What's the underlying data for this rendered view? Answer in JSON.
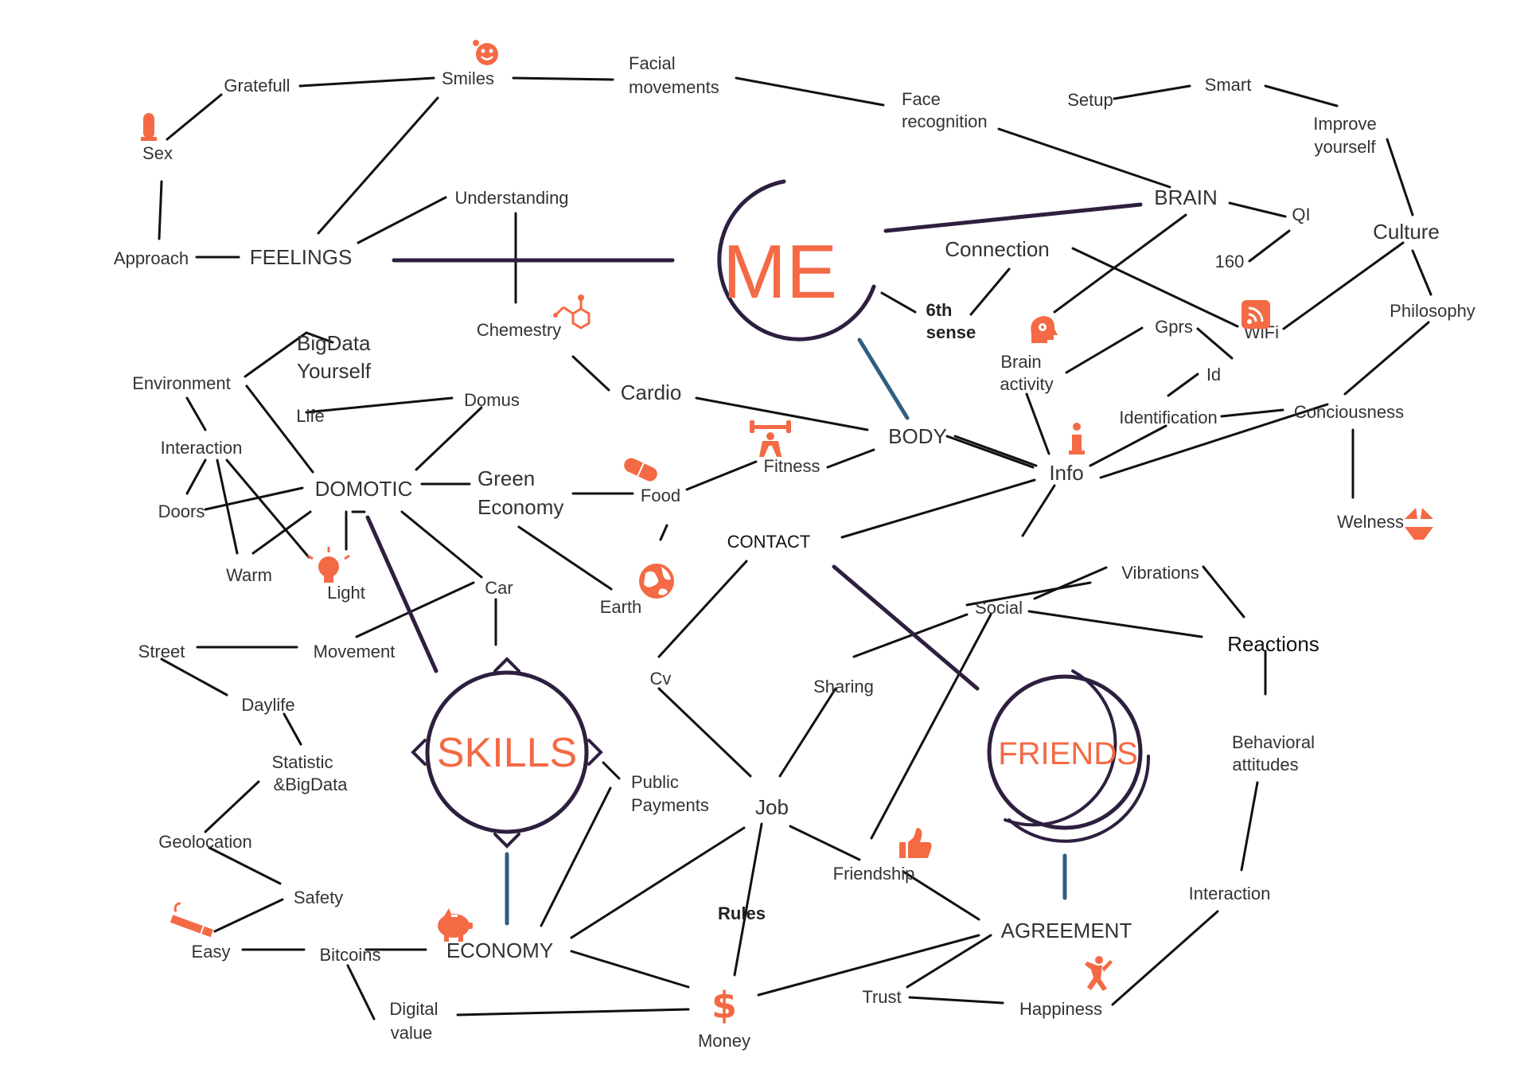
{
  "hubs": {
    "me": "ME",
    "skills": "SKILLS",
    "friends": "FRIENDS"
  },
  "nodes": {
    "grateful": "Gratefull",
    "smiles": "Smiles",
    "facial": [
      "Facial",
      "movements"
    ],
    "face_recognition": [
      "Face",
      "recognition"
    ],
    "setup": "Setup",
    "smart": "Smart",
    "improve": [
      "Improve",
      "yourself"
    ],
    "sex": "Sex",
    "understanding": "Understanding",
    "brain": "BRAIN",
    "qi": "QI",
    "n160": "160",
    "culture": "Culture",
    "approach": "Approach",
    "feelings": "FEELINGS",
    "connection": "Connection",
    "sixth": [
      "6th",
      "sense"
    ],
    "wifi": "WiFi",
    "philosophy": "Philosophy",
    "chemestry": "Chemestry",
    "bigdata": [
      "BigData",
      "Yourself"
    ],
    "brain_activity": [
      "Brain",
      "activity"
    ],
    "gprs": "Gprs",
    "id": "Id",
    "environment": "Environment",
    "cardio": "Cardio",
    "life": "Life",
    "domus": "Domus",
    "identification": "Identification",
    "conciousness": "Conciousness",
    "body": "BODY",
    "interaction1": "Interaction",
    "fitness": "Fitness",
    "info": "Info",
    "domotic": "DOMOTIC",
    "green": [
      "Green",
      "Economy"
    ],
    "food": "Food",
    "doors": "Doors",
    "welness": "Welness",
    "contact": "CONTACT",
    "warm": "Warm",
    "light": "Light",
    "vibrations": "Vibrations",
    "car": "Car",
    "earth": "Earth",
    "social": "Social",
    "street": "Street",
    "movement": "Movement",
    "reactions": "Reactions",
    "cv": "Cv",
    "sharing": "Sharing",
    "daylife": "Daylife",
    "behavioral": [
      "Behavioral",
      "attitudes"
    ],
    "statistic": [
      "Statistic",
      "&BigData"
    ],
    "public": [
      "Public",
      "Payments"
    ],
    "job": "Job",
    "geolocation": "Geolocation",
    "friendship": "Friendship",
    "safety": "Safety",
    "interaction2": "Interaction",
    "rules": "Rules",
    "agreement": "AGREEMENT",
    "easy": "Easy",
    "bitcoins": "Bitcoins",
    "economy": "ECONOMY",
    "trust": "Trust",
    "happiness": "Happiness",
    "digital": [
      "Digital",
      "value"
    ],
    "money": "Money"
  },
  "colors": {
    "accent": "#f36a45",
    "ring": "#2e1f3f",
    "blue_link": "#2f5f80",
    "line": "#111111"
  },
  "icons": [
    "smile-icon",
    "condom-icon",
    "molecule-icon",
    "head-gear-icon",
    "wifi-icon",
    "info-icon",
    "dumbbell-icon",
    "pill-icon",
    "bikini-icon",
    "bulb-icon",
    "globe-icon",
    "thumbs-up-icon",
    "cigarette-icon",
    "piggy-bank-icon",
    "dollar-icon",
    "jumping-person-icon"
  ]
}
